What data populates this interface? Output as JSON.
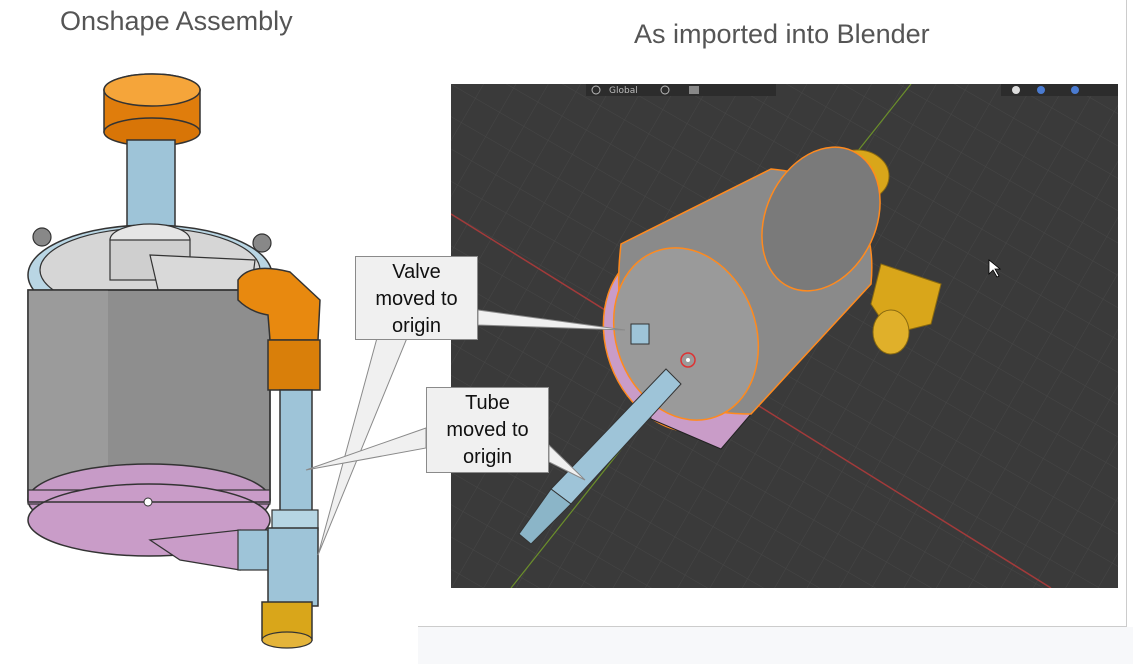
{
  "left_title": "Onshape Assembly",
  "right_title": "As imported into Blender",
  "blender_toolbar": {
    "transform_orientation": "Global"
  },
  "callouts": {
    "valve": {
      "lines": [
        "Valve",
        "moved to",
        "origin"
      ]
    },
    "tube": {
      "lines": [
        "Tube",
        "moved to",
        "origin"
      ]
    }
  },
  "icons": [
    "cursor-arrow-icon",
    "transform-orientation-icon",
    "snap-icon",
    "overlay-icon",
    "gizmo-icon",
    "shading-icon"
  ],
  "colors": {
    "viewport_bg": "#3a3a3a",
    "grid_line": "#464646",
    "x_axis": "#a23a3a",
    "y_axis": "#6b8f2a",
    "selection_outline": "#ff8a1e",
    "part_orange": "#e8890f",
    "part_blue": "#9ec4d8",
    "part_gray": "#9a9a9a",
    "part_pink": "#c99cc8",
    "part_yellow": "#d9a61a"
  }
}
